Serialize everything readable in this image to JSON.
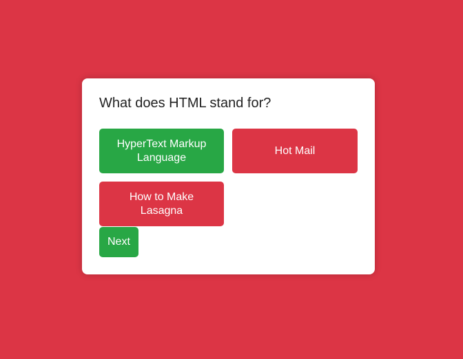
{
  "question": "What does HTML stand for?",
  "answers": [
    {
      "label": "HyperText Markup Language",
      "state": "correct"
    },
    {
      "label": "Hot Mail",
      "state": "wrong"
    },
    {
      "label": "How to Make Lasagna",
      "state": "wrong"
    }
  ],
  "next_label": "Next",
  "colors": {
    "background": "#dc3545",
    "correct": "#28a745",
    "wrong": "#dc3545",
    "card": "#ffffff"
  }
}
